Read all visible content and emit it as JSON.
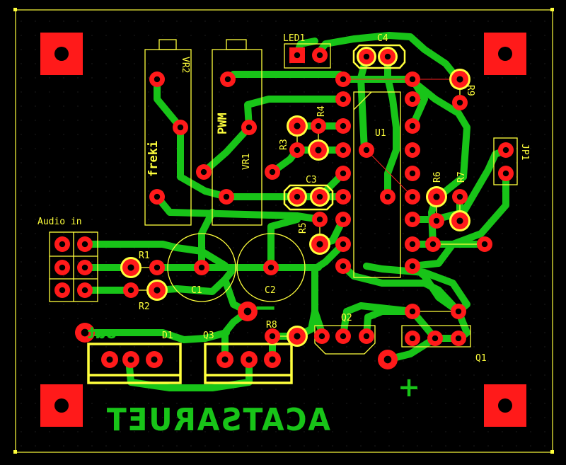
{
  "board": {
    "background": "#000000",
    "outline_color": "#ffff3c",
    "copper_color": "#18c418",
    "pad_color": "#ff1a1a",
    "drill_color": "#000000",
    "silk_color": "#ffff3c"
  },
  "labels": {
    "led1": "LED1",
    "c4": "C4",
    "vr2": "VR2",
    "freki": "freki",
    "pwm": "PWM",
    "vr1": "VR1",
    "r9": "R9",
    "r4": "R4",
    "r3": "R3",
    "u1": "U1",
    "c3": "C3",
    "r6": "R6",
    "r7": "R7",
    "jp1": "JP1",
    "r5": "R5",
    "audio_in": "Audio in",
    "r1": "R1",
    "r2": "R2",
    "c1": "C1",
    "c2": "C2",
    "minus": "−",
    "out": "out",
    "d1": "D1",
    "q3": "Q3",
    "r8": "R8",
    "q2": "Q2",
    "q1": "Q1",
    "plus": "+",
    "board_text": "ACATSARUET"
  },
  "mounting_holes": [
    "hole-top-left",
    "hole-top-right",
    "hole-bottom-left",
    "hole-bottom-right"
  ]
}
